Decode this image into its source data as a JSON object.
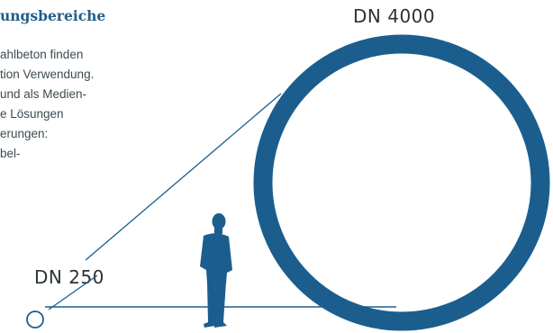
{
  "section": {
    "heading": "ungsbereiche",
    "lines": [
      "ahlbeton finden",
      "tion Verwendung.",
      "und als Medien-",
      "e Lösungen",
      "erungen:",
      "bel-"
    ]
  },
  "figure": {
    "large_pipe_label": "DN 4000",
    "small_pipe_label": "DN 250",
    "colors": {
      "pipe": "#1b5e8e",
      "figure": "#1b5e8e",
      "line": "#1b5e8e",
      "text": "#2b3338",
      "heading": "#1f5f8b"
    }
  }
}
